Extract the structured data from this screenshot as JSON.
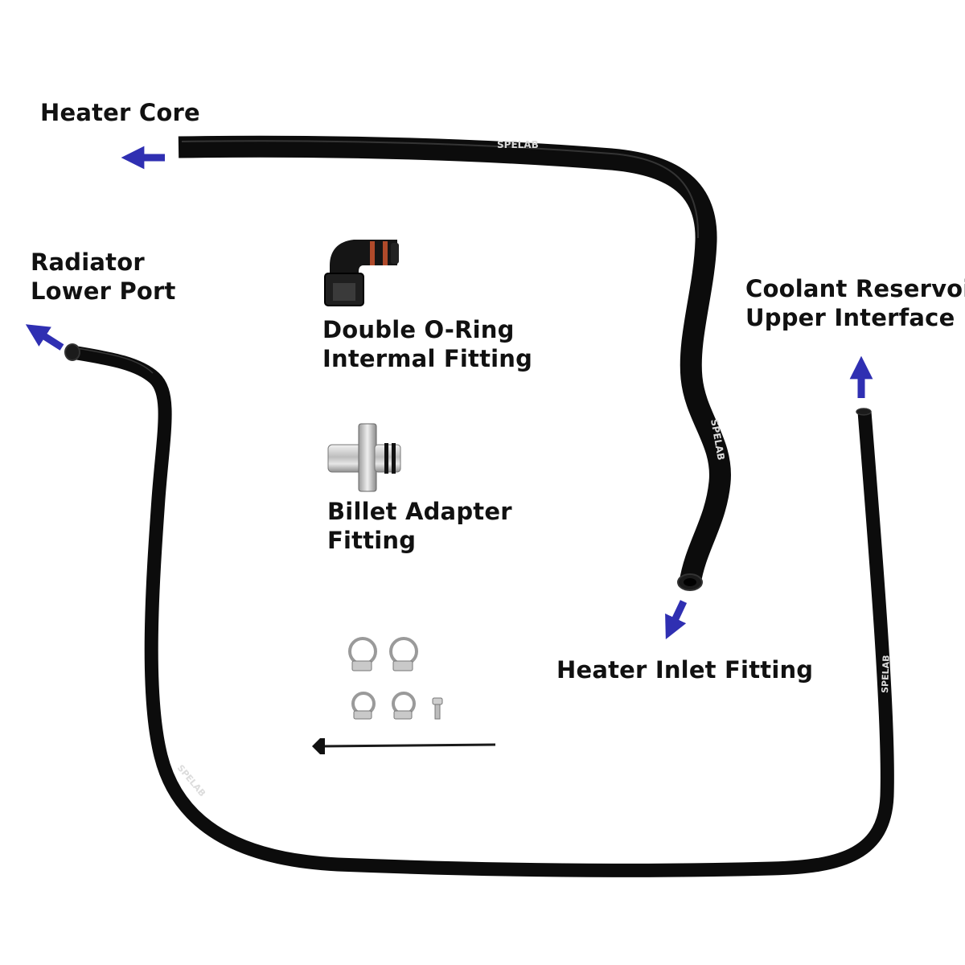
{
  "labels": {
    "heater_core": "Heater Core",
    "radiator_line1": "Radiator",
    "radiator_line2": "Lower Port",
    "coolant_line1": "Coolant Reservoir",
    "coolant_line2": "Upper Interface",
    "oring_line1": "Double O-Ring",
    "oring_line2": "Intermal Fitting",
    "billet_line1": "Billet Adapter",
    "billet_line2": "Fitting",
    "heater_inlet": "Heater Inlet Fitting"
  },
  "brand": {
    "hose_print": "SPELAB"
  },
  "colors": {
    "arrow": "#2f2fb2",
    "hose": "#0c0c0c",
    "text": "#111111"
  }
}
